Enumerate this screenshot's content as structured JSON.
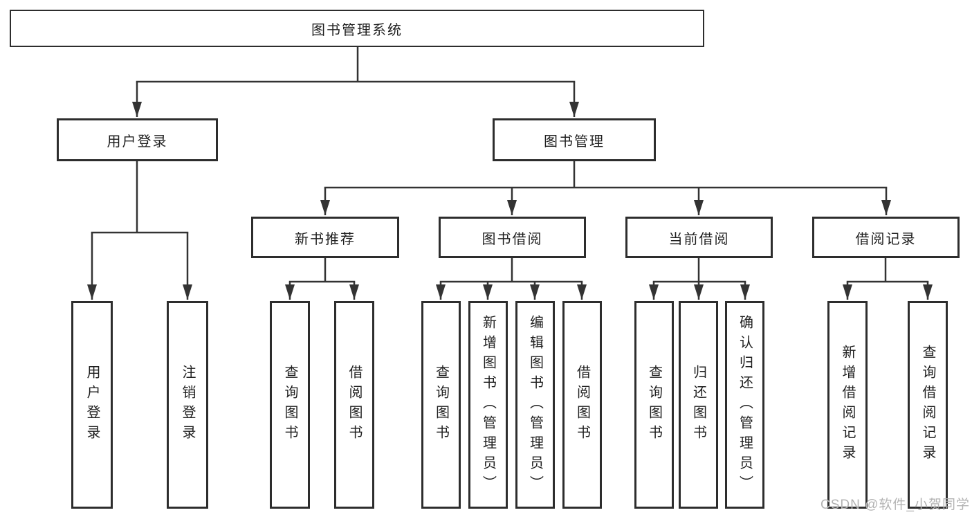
{
  "diagram": {
    "root": "图书管理系统",
    "level2": [
      "用户登录",
      "图书管理"
    ],
    "level3": [
      "新书推荐",
      "图书借阅",
      "当前借阅",
      "借阅记录"
    ],
    "leaves": {
      "user": [
        "用户登录",
        "注销登录"
      ],
      "newbook": [
        "查询图书",
        "借阅图书"
      ],
      "borrow": [
        "查询图书",
        "新增图书（管理员）",
        "编辑图书（管理员）",
        "借阅图书"
      ],
      "current": [
        "查询图书",
        "归还图书",
        "确认归还（管理员）"
      ],
      "records": [
        "新增借阅记录",
        "查询借阅记录"
      ]
    },
    "watermark": "CSDN @软件_小贺同学",
    "colors": {
      "line": "#333333",
      "border": "#2d2d2d",
      "text": "#1f1f1f",
      "watermark": "#b3b3b3",
      "background": "#ffffff"
    }
  }
}
